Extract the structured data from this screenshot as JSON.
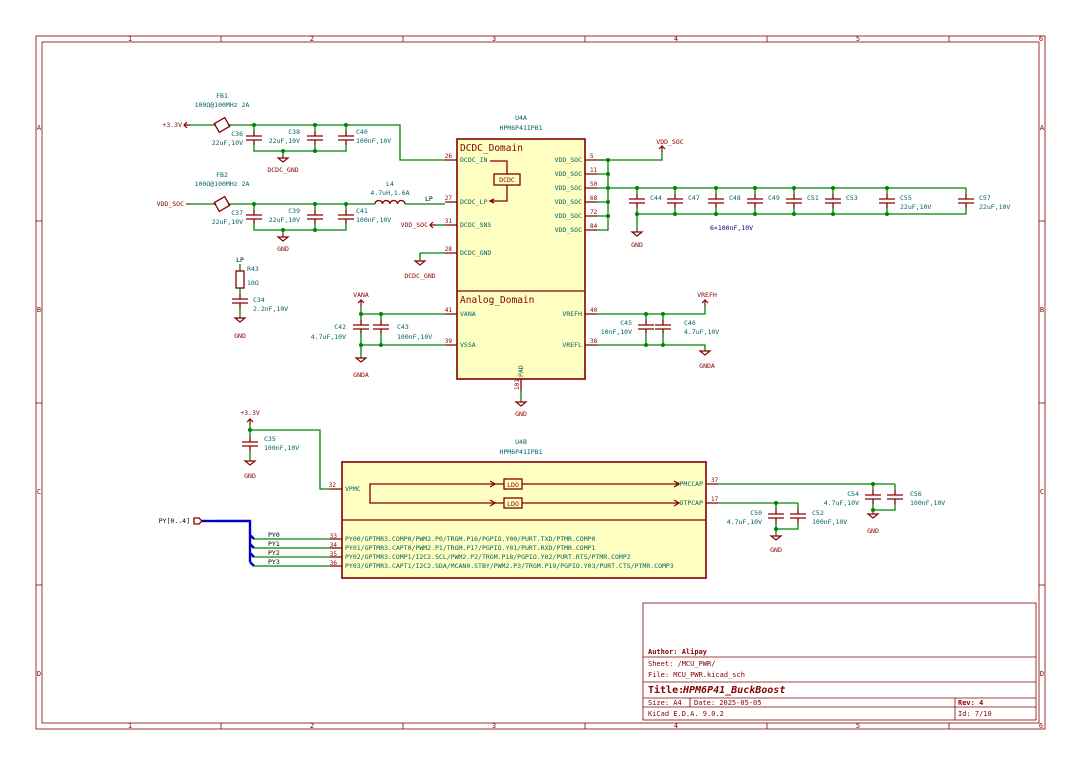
{
  "power": {
    "p3v3": "+3.3V",
    "dcdc_gnd": "DCDC_GND",
    "gnd": "GND",
    "vdd_soc": "VDD_SOC",
    "vana": "VANA",
    "gnda": "GNDA",
    "vrefh": "VREFH"
  },
  "labels": {
    "lp": "LP",
    "py_bus": "PY[0..4]",
    "py0": "PY0",
    "py1": "PY1",
    "py2": "PY2",
    "py3": "PY3"
  },
  "components": {
    "fb1": {
      "ref": "FB1",
      "value": "100Ω@100MHz 2A"
    },
    "fb2": {
      "ref": "FB2",
      "value": "100Ω@100MHz 2A"
    },
    "c36": {
      "ref": "C36",
      "value": "22uF,10V"
    },
    "c38": {
      "ref": "C38",
      "value": "22uF,10V"
    },
    "c40": {
      "ref": "C40",
      "value": "100nF,10V"
    },
    "c37": {
      "ref": "C37",
      "value": "22uF,10V"
    },
    "c39": {
      "ref": "C39",
      "value": "22uF,10V"
    },
    "c41": {
      "ref": "C41",
      "value": "100nF,10V"
    },
    "l4": {
      "ref": "L4",
      "value": "4.7uH,1.6A"
    },
    "r43": {
      "ref": "R43",
      "value": "10Ω"
    },
    "c34": {
      "ref": "C34",
      "value": "2.2nF,10V"
    },
    "c44": {
      "ref": "C44"
    },
    "c47": {
      "ref": "C47"
    },
    "c48": {
      "ref": "C48"
    },
    "c49": {
      "ref": "C49"
    },
    "c51": {
      "ref": "C51"
    },
    "c53": {
      "ref": "C53"
    },
    "decap_note": "6×100nF,10V",
    "c55": {
      "ref": "C55",
      "value": "22uF,10V"
    },
    "c57": {
      "ref": "C57",
      "value": "22uF,10V"
    },
    "c42": {
      "ref": "C42",
      "value": "4.7uF,10V"
    },
    "c43": {
      "ref": "C43",
      "value": "100nF,10V"
    },
    "c45": {
      "ref": "C45",
      "value": "10nF,10V"
    },
    "c46": {
      "ref": "C46",
      "value": "4.7uF,10V"
    },
    "c35": {
      "ref": "C35",
      "value": "100nF,10V"
    },
    "c50": {
      "ref": "C50",
      "value": "4.7uF,10V"
    },
    "c52": {
      "ref": "C52",
      "value": "100nF,10V"
    },
    "c54": {
      "ref": "C54",
      "value": "4.7uF,10V"
    },
    "c56": {
      "ref": "C56",
      "value": "100nF,10V"
    }
  },
  "u4a": {
    "ref": "U4A",
    "value": "HPM6P41IPB1",
    "dcdc_title": "DCDC_Domain",
    "analog_title": "Analog_Domain",
    "dcdc_box": "DCDC",
    "pins_left": [
      {
        "num": "26",
        "name": "DCDC_IN"
      },
      {
        "num": "27",
        "name": "DCDC_LP"
      },
      {
        "num": "31",
        "name": "DCDC_SNS"
      },
      {
        "num": "28",
        "name": "DCDC_GND"
      },
      {
        "num": "41",
        "name": "VANA"
      },
      {
        "num": "39",
        "name": "VSSA"
      }
    ],
    "pins_right": [
      {
        "num": "5",
        "name": "VDD_SOC"
      },
      {
        "num": "11",
        "name": "VDD_SOC"
      },
      {
        "num": "50",
        "name": "VDD_SOC"
      },
      {
        "num": "68",
        "name": "VDD_SOC"
      },
      {
        "num": "72",
        "name": "VDD_SOC"
      },
      {
        "num": "84",
        "name": "VDD_SOC"
      },
      {
        "num": "40",
        "name": "VREFH"
      },
      {
        "num": "38",
        "name": "VREFL"
      }
    ],
    "pad": {
      "num": "101",
      "name": "PAD"
    }
  },
  "u4b": {
    "ref": "U4B",
    "value": "HPM6P41IPB1",
    "vpmc": {
      "num": "32",
      "name": "VPMC"
    },
    "vpmccap": {
      "num": "37",
      "name": "VPMCCAP"
    },
    "otpcap": {
      "num": "17",
      "name": "OTPCAP"
    },
    "ldo": "LDO",
    "io": [
      {
        "num": "33",
        "name": "PY00/GPTMR3.COMP0/PWM2.P0/TRGM.P16/PGPIO.Y00/PURT.TXD/PTMR.COMP0"
      },
      {
        "num": "34",
        "name": "PY01/GPTMR3.CAPT0/PWM2.P1/TRGM.P17/PGPIO.Y01/PURT.RXD/PTMR.COMP1"
      },
      {
        "num": "35",
        "name": "PY02/GPTMR3.COMP1/I2C2.SCL/PWM2.P2/TRGM.P18/PGPIO.Y02/PURT.RTS/PTMR.COMP2"
      },
      {
        "num": "36",
        "name": "PY03/GPTMR3.CAPT1/I2C2.SDA/MCAN0.STBY/PWM2.P3/TRGM.P19/PGPIO.Y03/PURT.CTS/PTMR.COMP3"
      }
    ]
  },
  "frame": {
    "cols": [
      "1",
      "2",
      "3",
      "4",
      "5",
      "6"
    ],
    "rows": [
      "A",
      "B",
      "C",
      "D"
    ]
  },
  "title_block": {
    "author": "Author: Alipay",
    "sheet": "Sheet: /MCU_PWR/",
    "file": "File: MCU_PWR.kicad_sch",
    "title_label": "Title:",
    "title": "HPM6P41_BuckBoost",
    "size": "Size: A4",
    "date": "Date: 2025-05-05",
    "rev": "Rev: 4",
    "tool": "KiCad E.D.A. 9.0.2",
    "id": "Id: 7/10"
  }
}
